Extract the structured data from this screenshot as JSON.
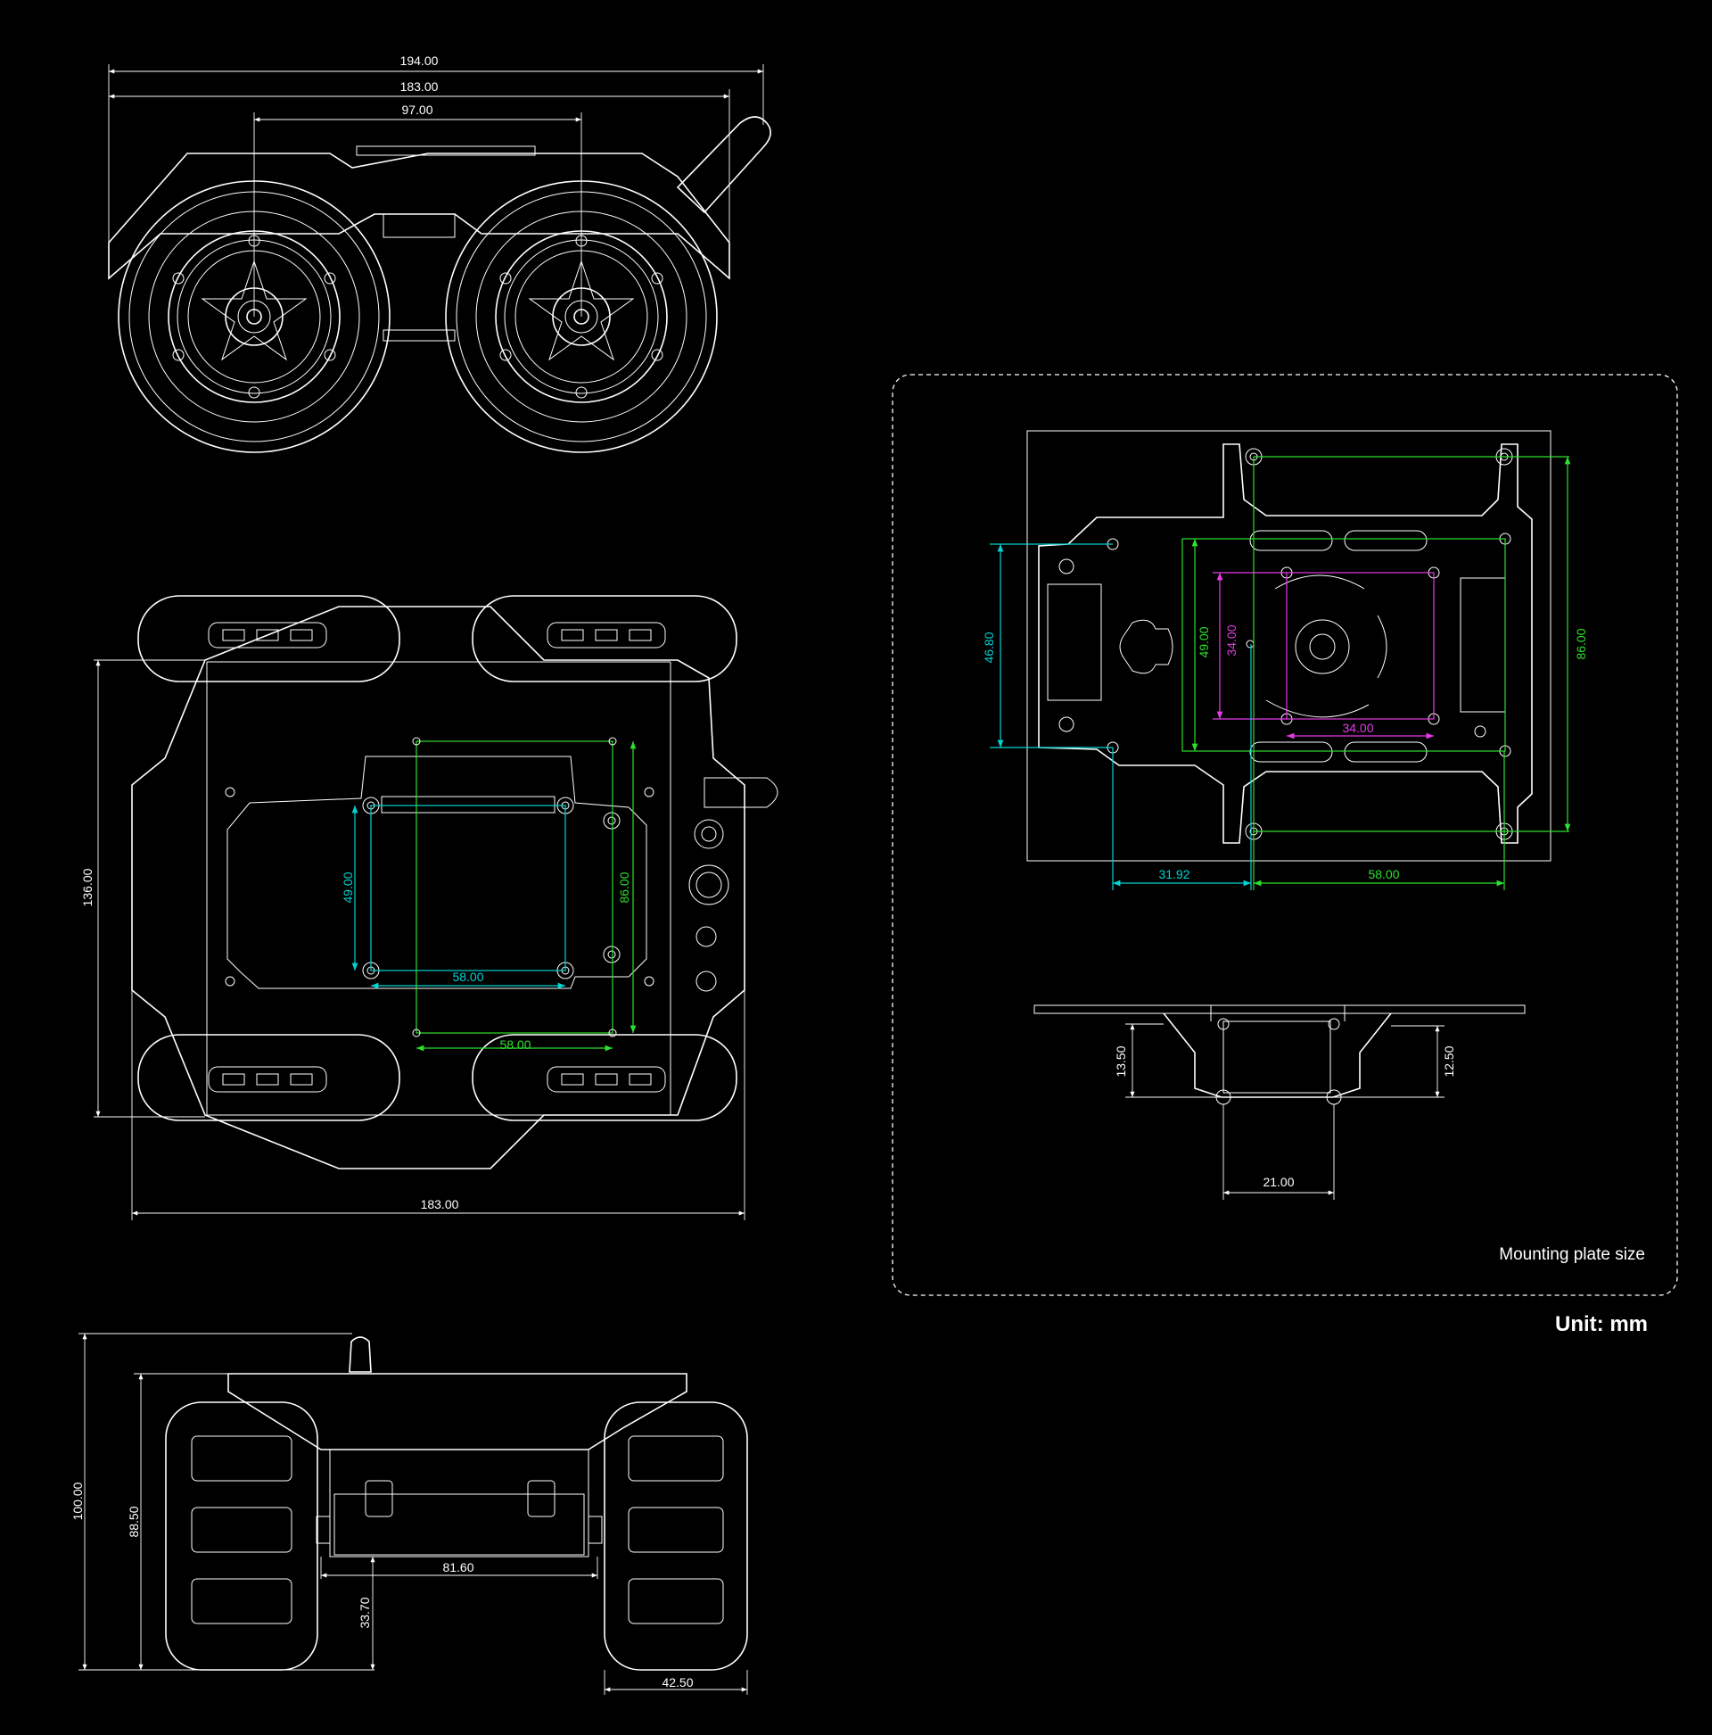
{
  "top_view": {
    "dim_overall": "194.00",
    "dim_width": "183.00",
    "dim_axle": "97.00"
  },
  "plan_view": {
    "dim_length": "183.00",
    "dim_depth": "136.00",
    "dim_inner_height": "49.00",
    "dim_inner_width": "58.00",
    "dim_outer_height": "86.00",
    "dim_outer_width": "58.00"
  },
  "side_view": {
    "dim_total_height": "100.00",
    "dim_body_height": "88.50",
    "dim_ground": "33.70",
    "dim_body_width": "81.60",
    "dim_wheel_width": "42.50"
  },
  "mounting_plate": {
    "label": "Mounting plate size",
    "dim_left_height": "46.80",
    "dim_green_height": "49.00",
    "dim_magenta_height": "34.00",
    "dim_magenta_width": "34.00",
    "dim_outer_height": "86.00",
    "dim_offset": "31.92",
    "dim_hole_span": "58.00",
    "dim_bracket_left": "13.50",
    "dim_bracket_right": "12.50",
    "dim_bracket_width": "21.00"
  },
  "unit_label": "Unit:  mm",
  "colors": {
    "background": "#000000",
    "outline": "#ffffff",
    "cyan": "#00d4d4",
    "green": "#2ee02e",
    "magenta": "#e63be6"
  }
}
